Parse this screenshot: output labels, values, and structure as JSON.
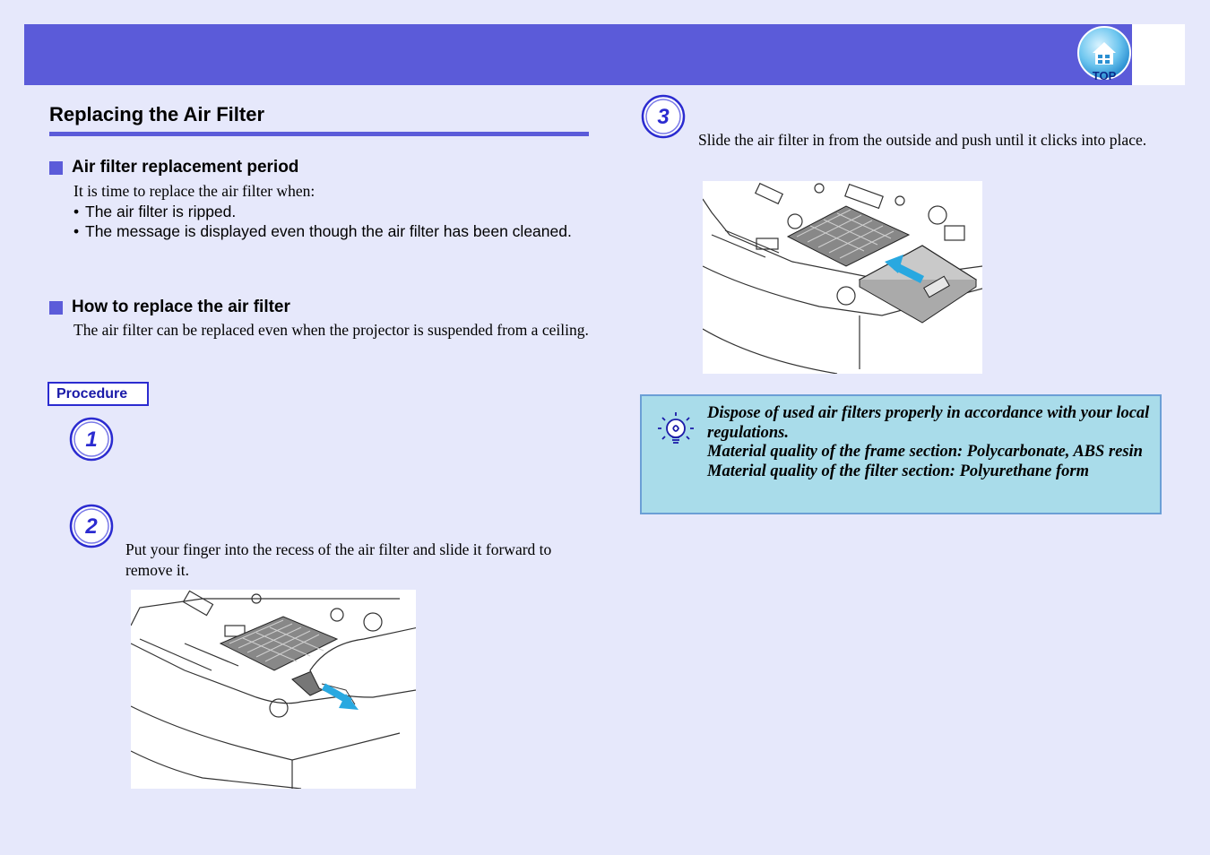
{
  "header": {
    "top_label": "TOP",
    "accent_color": "#5b5bd9"
  },
  "section": {
    "title": "Replacing the Air Filter"
  },
  "period": {
    "heading": "Air filter replacement period",
    "intro": "It is time to replace the air filter when:",
    "bullets": [
      "The air filter is ripped.",
      "The message is displayed even though the air filter has been cleaned."
    ]
  },
  "howto": {
    "heading": "How to replace the air filter",
    "text": "The air filter can be replaced even when the projector is suspended from a ceiling."
  },
  "procedure_label": "Procedure",
  "steps": [
    {
      "number": "1",
      "text": ""
    },
    {
      "number": "2",
      "text": "Put your finger into the recess of the air filter and slide it forward to remove it."
    },
    {
      "number": "3",
      "text": "Slide the air filter in from the outside and push until it clicks into place."
    }
  ],
  "note": {
    "icon": "tip-lightbulb-icon",
    "lines": [
      "Dispose of used air filters properly in accordance with your local regulations.",
      "Material quality of the frame section: Polycarbonate, ABS resin",
      "Material quality of the filter section: Polyurethane form"
    ]
  }
}
